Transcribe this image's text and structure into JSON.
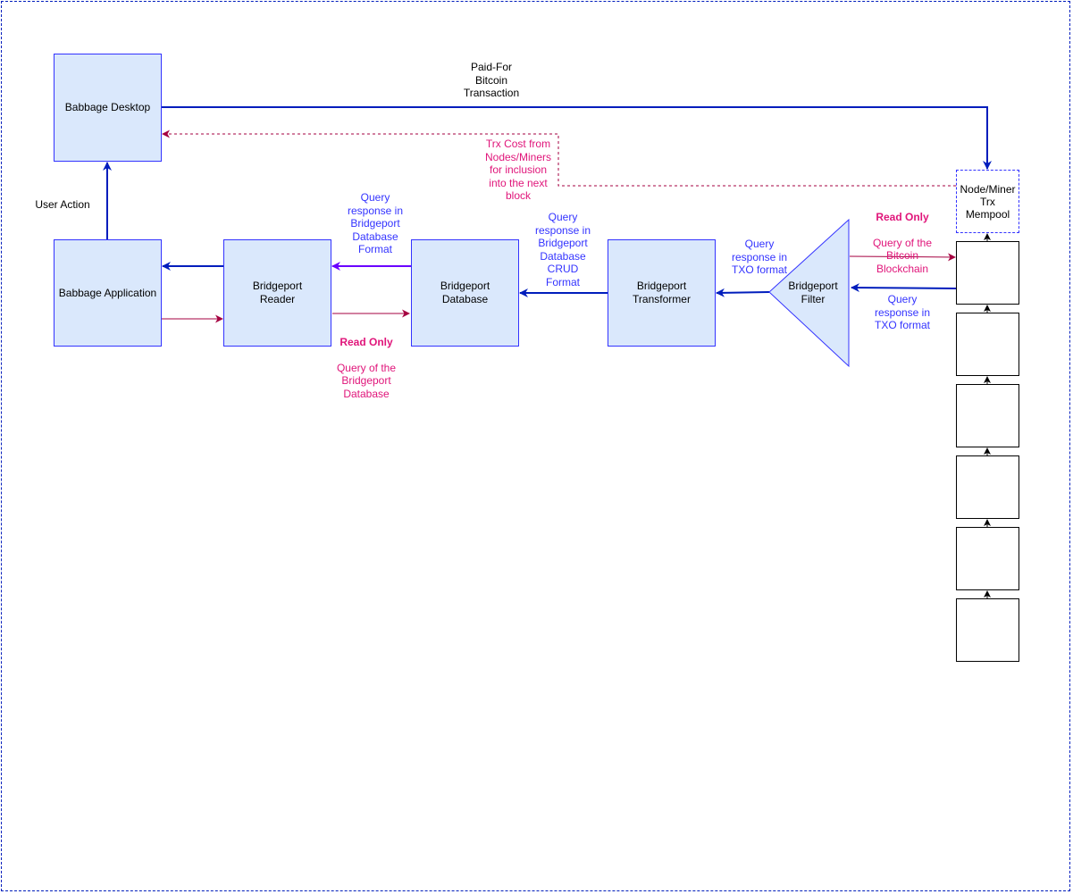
{
  "nodes": {
    "babbage_desktop": "Babbage Desktop",
    "babbage_application": "Babbage Application",
    "bridgeport_reader": "Bridgeport\nReader",
    "bridgeport_database": "Bridgeport\nDatabase",
    "bridgeport_transformer": "Bridgeport\nTransformer",
    "bridgeport_filter": "Bridgeport\nFilter",
    "mempool": "Node/Miner\nTrx\nMempool"
  },
  "labels": {
    "paid_for": "Paid-For\nBitcoin\nTransaction",
    "trx_cost": "Trx Cost from\nNodes/Miners\nfor inclusion\ninto the next\nblock",
    "user_action": "User Action",
    "query_resp_db_format_reader": "Query\nresponse in\nBridgeport\nDatabase\nFormat",
    "query_resp_db_crud": "Query\nresponse in\nBridgeport\nDatabase\nCRUD\nFormat",
    "query_resp_txo_upper": "Query\nresponse in\nTXO format",
    "query_resp_txo_lower": "Query\nresponse in\nTXO format",
    "read_only_bitcoin_bold": "Read Only",
    "read_only_bitcoin_text": "Query of the\nBitcoin\nBlockchain",
    "read_only_db_bold": "Read Only",
    "read_only_db_text": "Query of the\nBridgeport\nDatabase"
  },
  "colors": {
    "box_fill": "#DAE8FC",
    "box_border": "#3333ff",
    "blue_flow": "#001DBC",
    "purple_flow": "#6a00ff",
    "pink_flow": "#A50040",
    "pink_text": "#E0157A",
    "blue_text": "#3333ff"
  }
}
